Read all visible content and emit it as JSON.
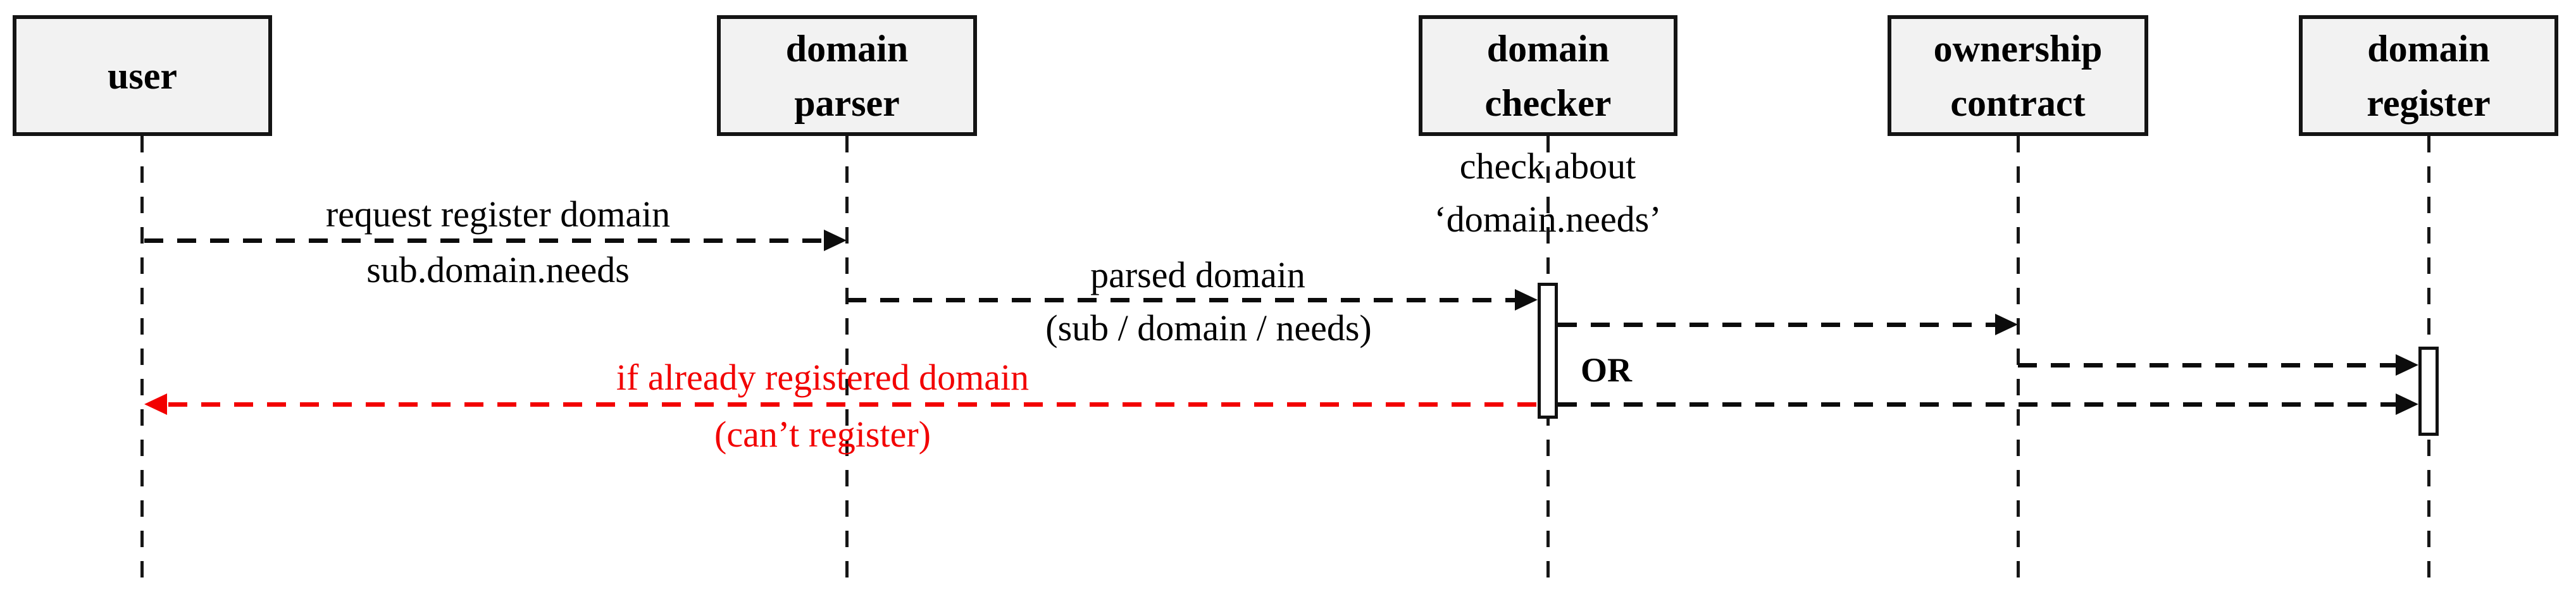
{
  "diagram": {
    "type": "uml-sequence-diagram",
    "subject": "domain registration flow",
    "colors": {
      "background": "#ffffff",
      "actor_fill": "#f2f2f2",
      "actor_border": "#141414",
      "line_black": "#0c0c0c",
      "error_red": "#f20000"
    },
    "actors": [
      {
        "id": "user",
        "lines": [
          "user"
        ]
      },
      {
        "id": "domain-parser",
        "lines": [
          "domain",
          "parser"
        ]
      },
      {
        "id": "domain-checker",
        "lines": [
          "domain",
          "checker"
        ]
      },
      {
        "id": "ownership-contract",
        "lines": [
          "ownership",
          "contract"
        ]
      },
      {
        "id": "domain-register",
        "lines": [
          "domain",
          "register"
        ]
      }
    ],
    "note": {
      "attached_to": "domain-checker",
      "lines": [
        "check about",
        "‘domain.needs’"
      ]
    },
    "or_label": "OR",
    "messages": [
      {
        "from": "user",
        "to": "domain-parser",
        "style": "dashed-black",
        "label_lines": [
          "request register domain",
          "sub.domain.needs"
        ]
      },
      {
        "from": "domain-parser",
        "to": "domain-checker",
        "style": "dashed-black",
        "label_lines": [
          "parsed domain",
          "(sub / domain / needs)"
        ]
      },
      {
        "from": "domain-checker",
        "to": "ownership-contract",
        "style": "dashed-black",
        "label_lines": []
      },
      {
        "from": "ownership-contract",
        "to": "domain-register",
        "style": "dashed-black",
        "label_lines": []
      },
      {
        "from": "domain-checker",
        "to": "domain-register",
        "style": "dashed-black",
        "label_lines": []
      },
      {
        "from": "domain-checker",
        "to": "user",
        "style": "dashed-red",
        "label_lines": [
          "if already registered domain",
          "(can’t register)"
        ]
      }
    ]
  }
}
